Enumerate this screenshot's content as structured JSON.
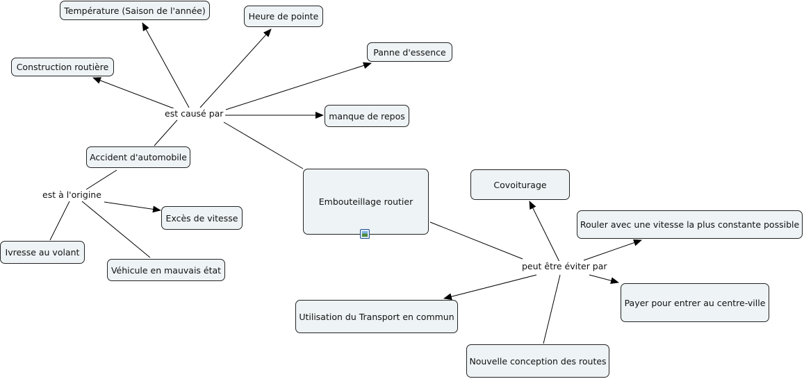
{
  "nodes": {
    "temperature": "Température (Saison de l'année)",
    "heure_pointe": "Heure de pointe",
    "panne_essence": "Panne d'essence",
    "construction": "Construction routière",
    "manque_repos": "manque de repos",
    "accident": "Accident d'automobile",
    "exces_vitesse": "Excès de vitesse",
    "ivresse": "Ivresse au volant",
    "vehicule": "Véhicule en mauvais état",
    "embouteillage": "Embouteillage routier",
    "covoiturage": "Covoiturage",
    "rouler": "Rouler avec une vitesse la plus constante possible",
    "payer": "Payer pour entrer au centre-ville",
    "transport": "Utilisation du Transport en commun",
    "nouvelle_conception": "Nouvelle conception des routes"
  },
  "links": {
    "est_cause_par": "est causé par",
    "est_a_origine": "est à l'origine",
    "peut_etre_eviter": "peut être éviter par"
  },
  "icons": {
    "embouteillage_attachment": "image-icon"
  }
}
